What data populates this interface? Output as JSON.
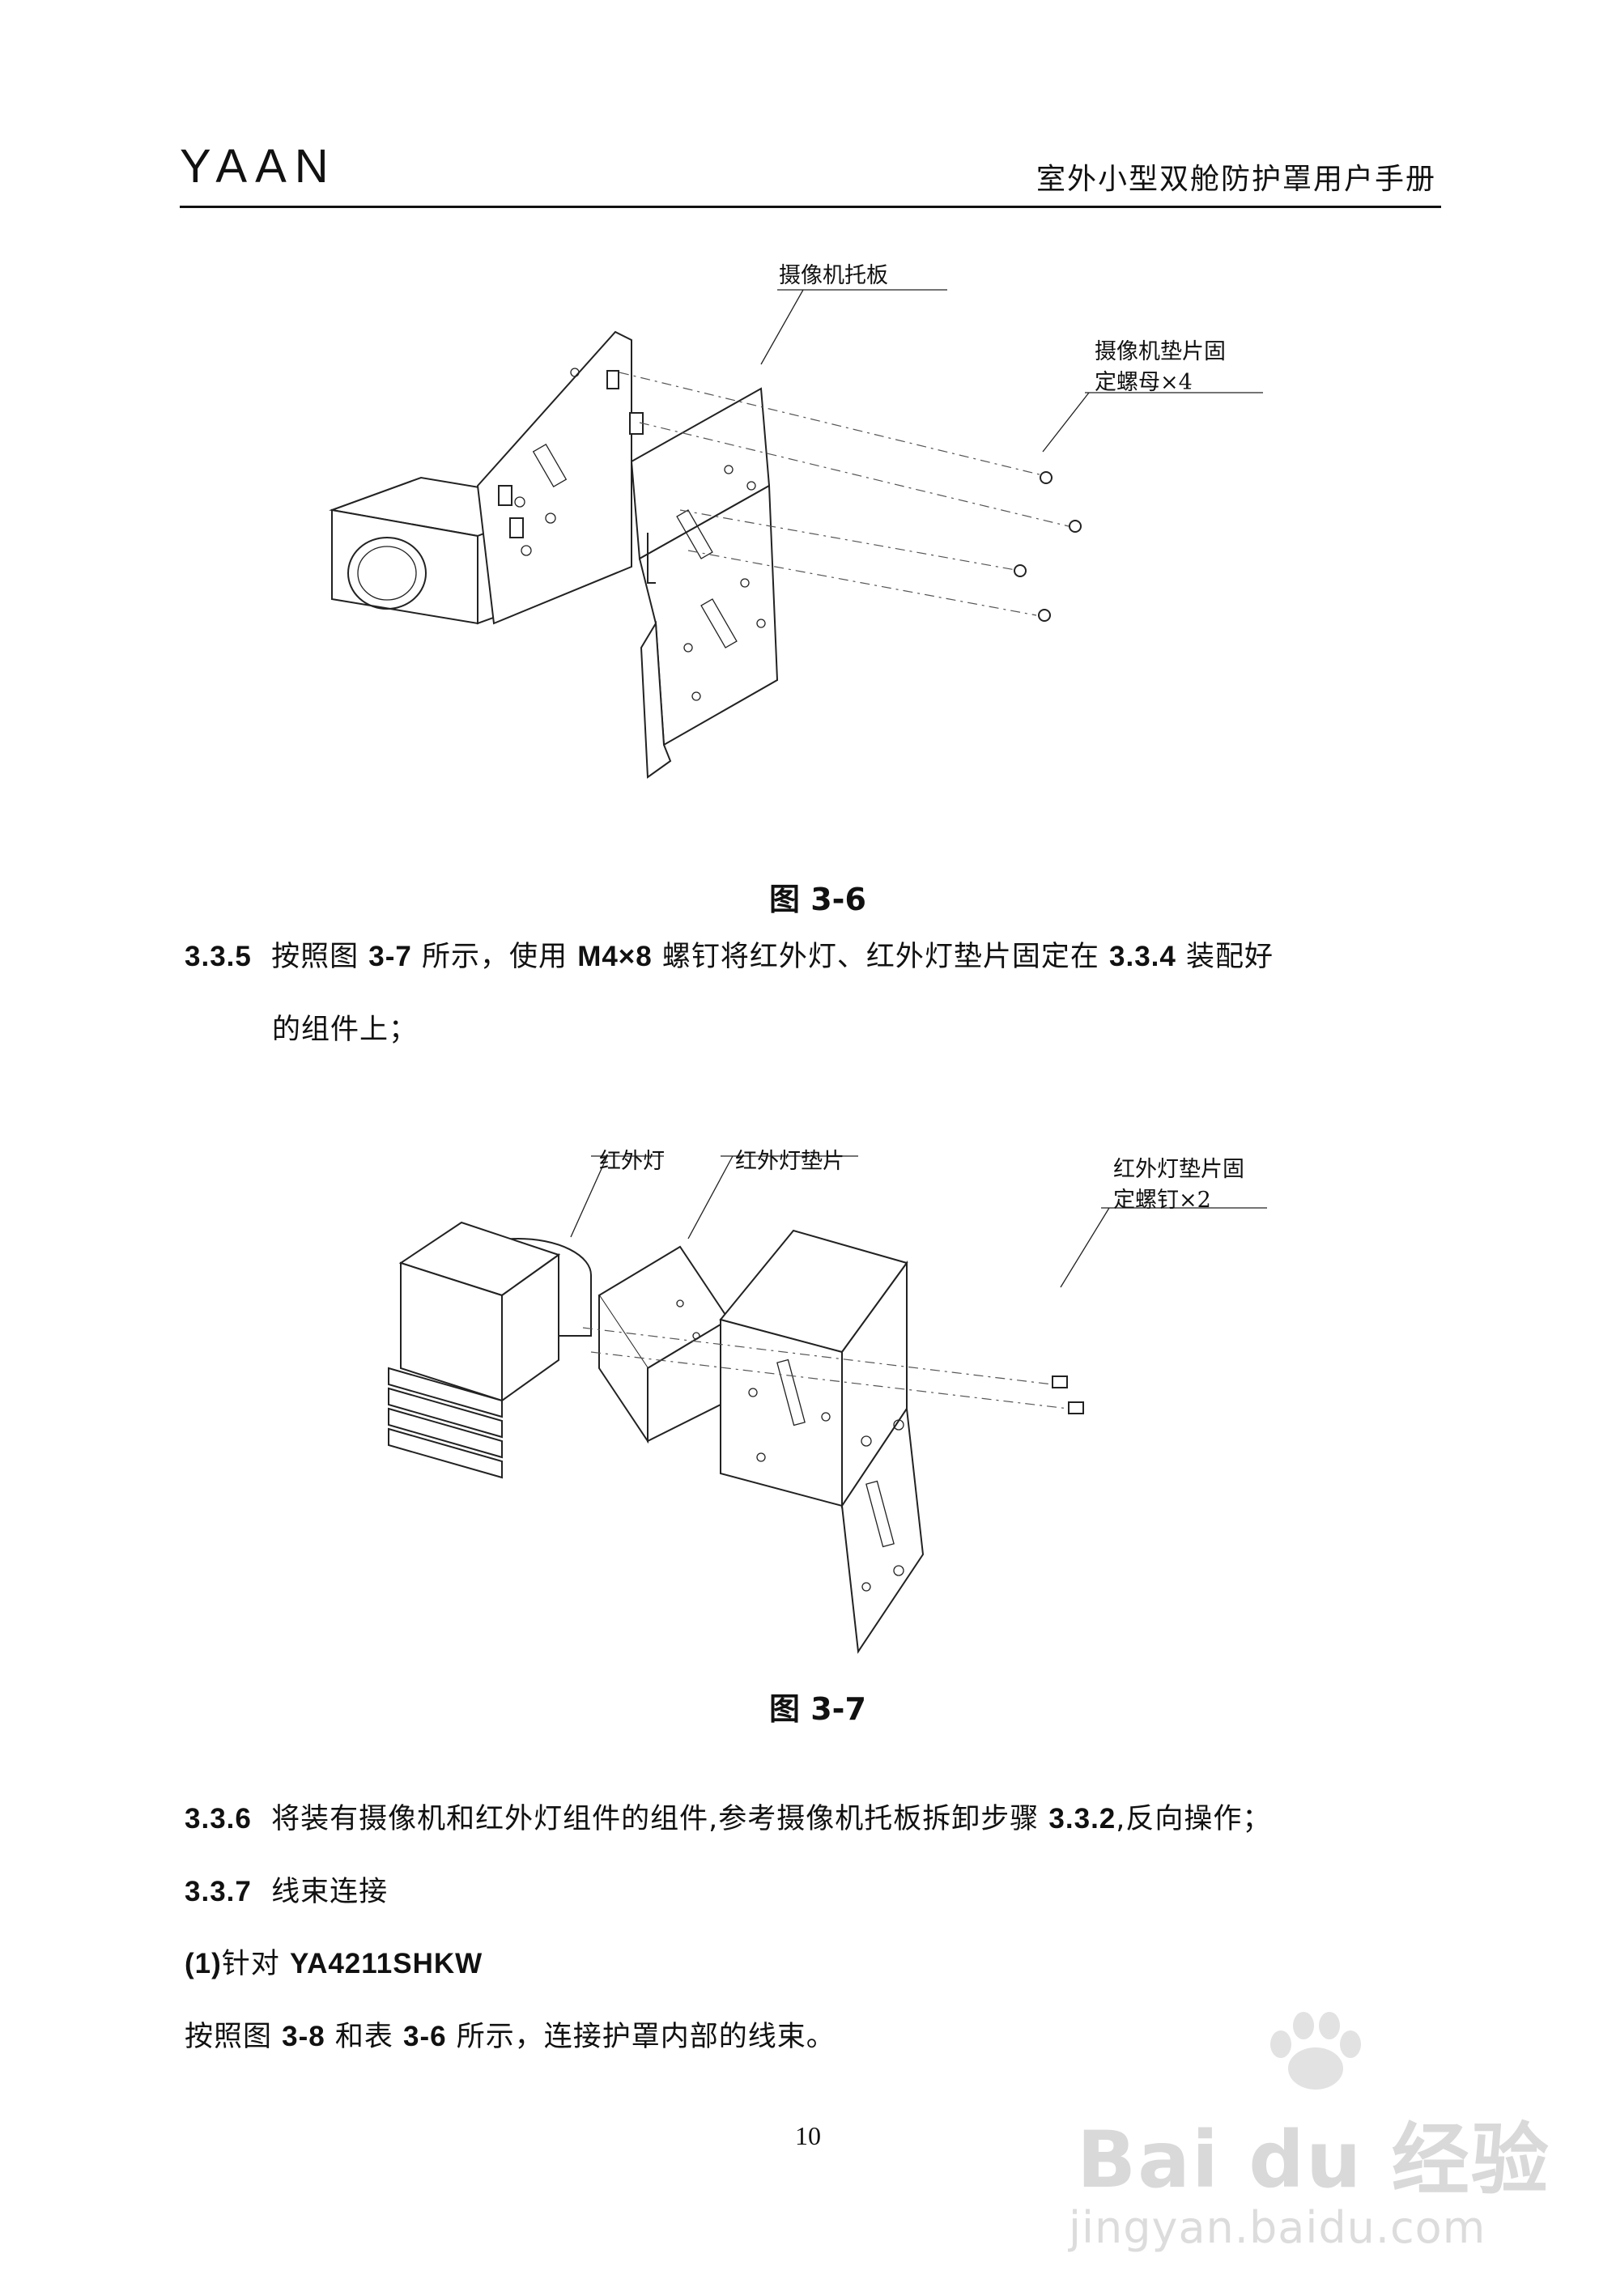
{
  "header": {
    "brand": "YAAN",
    "doc_title": "室外小型双舱防护罩用户手册"
  },
  "figure_3_6": {
    "caption": "图 3-6",
    "label_plate": "摄像机托板",
    "label_nut_line1": "摄像机垫片固",
    "label_nut_line2": "定螺母×4"
  },
  "step_335": {
    "number": "3.3.5",
    "text_a": "按照图",
    "ref_fig": "3-7",
    "text_b": "所示，使用",
    "screw": "M4×8",
    "text_c": "螺钉将红外灯、红外灯垫片固定在",
    "ref_step": "3.3.4",
    "text_d": "装配好",
    "line2": "的组件上；"
  },
  "figure_3_7": {
    "caption": "图 3-7",
    "label_ir": "红外灯",
    "label_spacer": "红外灯垫片",
    "label_screw_line1": "红外灯垫片固",
    "label_screw_line2": "定螺钉×2"
  },
  "step_336": {
    "number": "3.3.6",
    "text_a": "将装有摄像机和红外灯组件的组件,参考摄像机托板拆卸步骤",
    "ref_step": "3.3.2",
    "text_b": ",反向操作；"
  },
  "step_337": {
    "number": "3.3.7",
    "text": "线束连接"
  },
  "item_1": {
    "prefix": "(1)",
    "text": "针对",
    "model": "YA4211SHKW"
  },
  "para_final": {
    "text_a": "按照图",
    "ref_fig": "3-8",
    "text_b": "和表",
    "ref_table": "3-6",
    "text_c": "所示，连接护罩内部的线束。"
  },
  "page_number": "10",
  "watermark": {
    "logo": "Bai du 经验",
    "url": "jingyan.baidu.com"
  }
}
